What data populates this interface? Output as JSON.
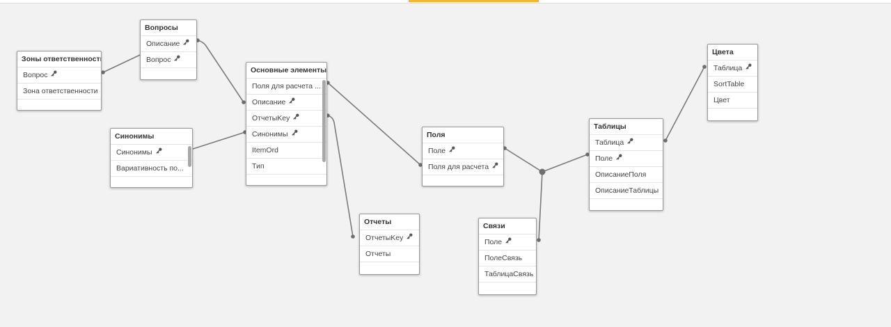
{
  "colors": {
    "accent": "#f2b636",
    "link": "#7a7a7a",
    "node": "#6f6f6f"
  },
  "tables": {
    "zones": {
      "title": "Зоны ответственности",
      "fields": [
        {
          "label": "Вопрос",
          "key": true
        },
        {
          "label": "Зона ответственности",
          "key": false
        }
      ]
    },
    "questions": {
      "title": "Вопросы",
      "fields": [
        {
          "label": "Описание",
          "key": true
        },
        {
          "label": "Вопрос",
          "key": true
        }
      ]
    },
    "synonyms": {
      "title": "Синонимы",
      "fields": [
        {
          "label": "Синонимы",
          "key": true
        },
        {
          "label": "Вариативность по...",
          "key": false
        }
      ]
    },
    "main": {
      "title": "Основные элементы",
      "fields": [
        {
          "label": "Поля для расчета ...",
          "key": false
        },
        {
          "label": "Описание",
          "key": true
        },
        {
          "label": "ОтчетыKey",
          "key": true
        },
        {
          "label": "Синонимы",
          "key": true
        },
        {
          "label": "ItemOrd",
          "key": false
        },
        {
          "label": "Тип",
          "key": false
        }
      ]
    },
    "fields": {
      "title": "Поля",
      "fields": [
        {
          "label": "Поле",
          "key": true
        },
        {
          "label": "Поля для расчета",
          "key": true
        }
      ]
    },
    "reports": {
      "title": "Отчеты",
      "fields": [
        {
          "label": "ОтчетыKey",
          "key": true
        },
        {
          "label": "Отчеты",
          "key": false
        }
      ]
    },
    "links": {
      "title": "Связи",
      "fields": [
        {
          "label": "Поле",
          "key": true
        },
        {
          "label": "ПолеСвязь",
          "key": false
        },
        {
          "label": "ТаблицаСвязь",
          "key": false
        }
      ]
    },
    "tables": {
      "title": "Таблицы",
      "fields": [
        {
          "label": "Таблица",
          "key": true
        },
        {
          "label": "Поле",
          "key": true
        },
        {
          "label": "ОписаниеПоля",
          "key": false
        },
        {
          "label": "ОписаниеТаблицы",
          "key": false
        }
      ]
    },
    "colors": {
      "title": "Цвета",
      "fields": [
        {
          "label": "Таблица",
          "key": true
        },
        {
          "label": "SortTable",
          "key": false
        },
        {
          "label": "Цвет",
          "key": false
        }
      ]
    }
  }
}
